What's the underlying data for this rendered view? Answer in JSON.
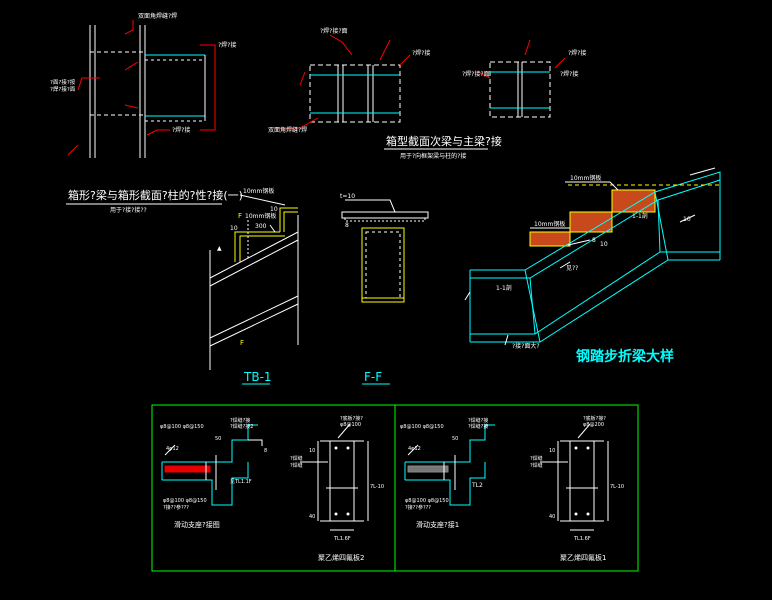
{
  "colors": {
    "background": "#000000",
    "beam": "#00ffff",
    "weld": "#ff0000",
    "white": "#ffffff",
    "yellow": "#ffff00",
    "green": "#00ff00",
    "hatch": "#c84a1c",
    "brace": "#ff8080"
  },
  "top": {
    "title": "箱型截面次梁与主梁?接",
    "subtitle": "用于?向框架梁与柱的?接",
    "labels": {
      "a1": "双面角焊缝?焊",
      "a2": "?焊?接",
      "a3": "?焊?接",
      "b1": "?焊?接?面",
      "b2": "?焊?接",
      "b3": "双面角焊缝?焊",
      "c1": "?焊?接?面",
      "c2": "?焊?接",
      "c3": "?焊?接",
      "side1": "?面?接?按",
      "side2": "?焊?接?面"
    }
  },
  "middle": {
    "title": "箱形?梁与箱形截面?柱的?性?接(一)",
    "subtitle": "用于?接?接??",
    "tb1_label": "TB-1",
    "ff_label": "F-F",
    "big_title": "钢踏步折梁大样",
    "tb1_dims": {
      "plate": "10mm钢板",
      "plate2": "10mm钢板",
      "d1": "10",
      "d2": "10",
      "dim": "300"
    },
    "ff_dims": {
      "top": "t=10",
      "weld": "8"
    },
    "stair_labels": {
      "tread_top": "10mm钢板",
      "tread": "10mm钢板",
      "weld_a": "8",
      "note1": "1-1剖",
      "note2": "1-1剖",
      "ref": "见??",
      "n10a": "10",
      "n10b": "10",
      "base": "?接?面大?"
    }
  },
  "bottom": {
    "left": {
      "caption_main": "滑动支座?接图",
      "caption_side": "聚乙烯四氟板2",
      "labels": {
        "l1": "φ8@100 φ8@150",
        "l2": "4φ12",
        "l3": "?焊缝?接",
        "l4": "?焊缝?接2",
        "l5": "见TL1.1F",
        "l6": "φ8@100 φ8@150",
        "l7": "?接??参???",
        "d1": "50",
        "d2": "8",
        "s1": "?底板?接?",
        "s2": "φ8@100",
        "s3": "?焊缝",
        "s4": "?焊缝",
        "n1": "10",
        "n2": "40",
        "n3": "7L-10",
        "n4": "TL1.6F"
      }
    },
    "right": {
      "caption_main": "滑动支座?接1",
      "caption_side": "聚乙烯四氟板1",
      "labels": {
        "l1": "φ8@100 φ8@150",
        "l2": "4φ12",
        "l3": "?焊缝?接",
        "l4": "?焊缝?接",
        "l5": "TL2",
        "l6": "φ8@100 φ8@150",
        "l7": "?接??参???",
        "d1": "50",
        "s1": "?底板?接?",
        "s2": "φ8@200",
        "s3": "?焊缝",
        "s4": "?焊缝",
        "n1": "10",
        "n2": "40",
        "n3": "7L-10",
        "n4": "TL1.6F"
      }
    }
  }
}
